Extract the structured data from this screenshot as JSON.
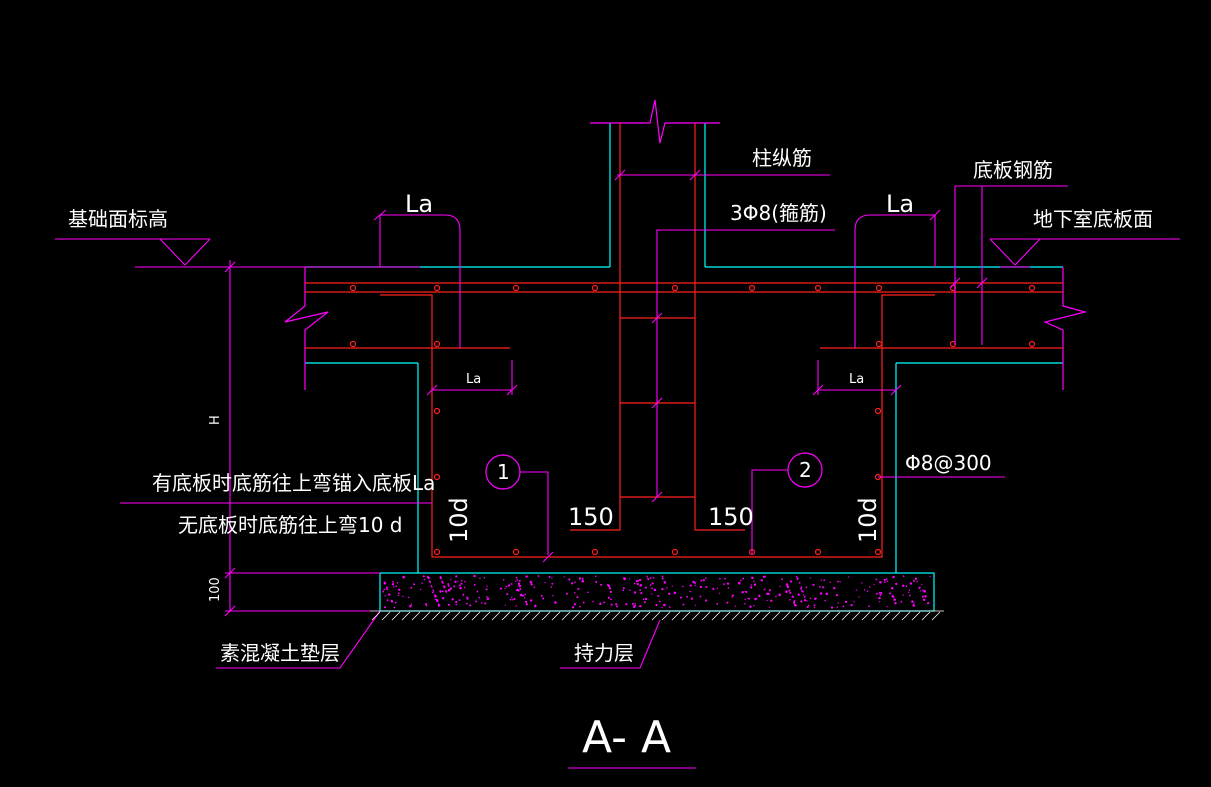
{
  "labels": {
    "column_rebar": "柱纵筋",
    "slab_rebar": "底板钢筋",
    "stirrup": "3Φ8(箍筋)",
    "foundation_elevation": "基础面标高",
    "basement_slab_surface": "地下室底板面",
    "la_top_left": "La",
    "la_top_right": "La",
    "la_small_left": "La",
    "la_small_right": "La",
    "note_with_slab": "有底板时底筋往上弯锚入底板La",
    "note_without_slab": "无底板时底筋往上弯10 d",
    "h_dim": "H",
    "hundred_dim": "100",
    "dim_150_left": "150",
    "dim_150_right": "150",
    "ten_d_left": "10d",
    "ten_d_right": "10d",
    "spacing_rebar": "Φ8@300",
    "marker_1": "1",
    "marker_2": "2",
    "plain_concrete_cushion": "素混凝土垫层",
    "bearing_layer": "持力层",
    "section_title": "A- A"
  },
  "colors": {
    "background": "#000000",
    "concrete_outline": "#00ffff",
    "rebar": "#ff2020",
    "dimension": "#ff00ff",
    "text": "#ffffff",
    "cushion_fill": "#ff00ff"
  }
}
